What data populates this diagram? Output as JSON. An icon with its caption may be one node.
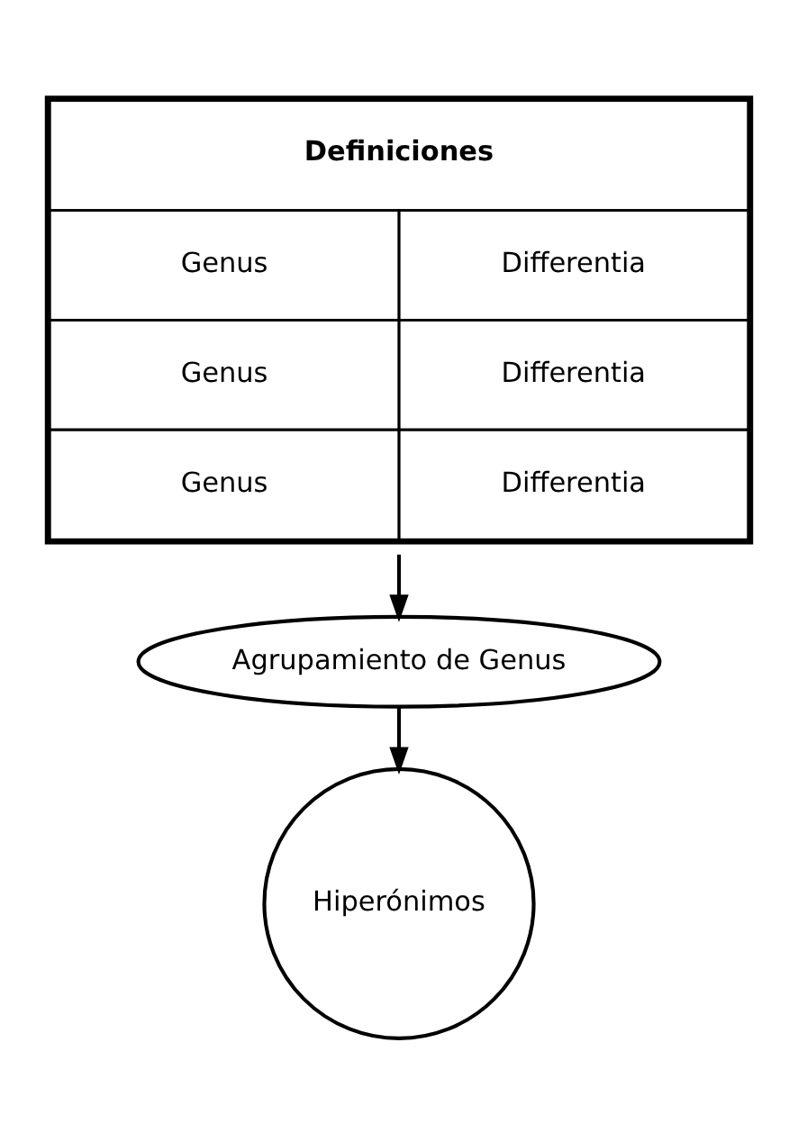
{
  "diagram": {
    "nodes": [
      {
        "text": [
          "Definiciones",
          "Genus",
          "Differentia",
          "Genus",
          "Differentia",
          "Genus",
          "Differentia"
        ]
      },
      {
        "text": [
          "Agrupamiento de Genus"
        ]
      },
      {
        "text": [
          "Hiperónimos"
        ]
      }
    ],
    "edges": [
      {
        "from": 0,
        "to": 1,
        "arrow": "to"
      },
      {
        "from": 1,
        "to": 2,
        "arrow": "to"
      }
    ]
  }
}
